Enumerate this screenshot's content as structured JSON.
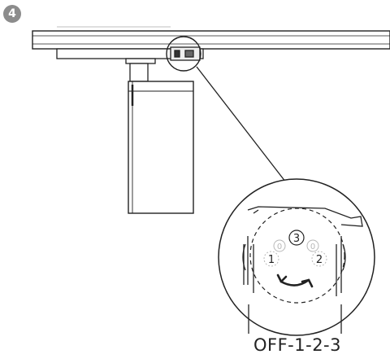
{
  "step": {
    "number": "4"
  },
  "detail": {
    "center_label": "3",
    "left_label": "1",
    "right_label": "2",
    "off_label_left": "0",
    "off_label_right": "0"
  },
  "caption": "OFF-1-2-3",
  "colors": {
    "badge": "#8c8c8c",
    "line": "#222222",
    "faint": "#b8b8b8"
  },
  "icons": [
    "rotate-arrow-icon"
  ]
}
